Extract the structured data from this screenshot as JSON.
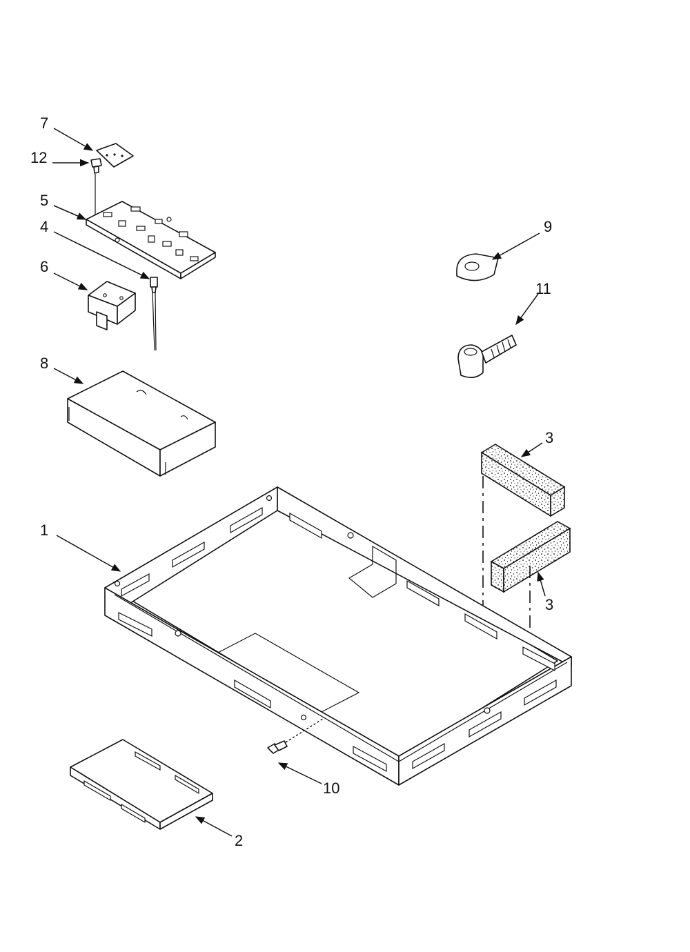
{
  "callouts": {
    "c1": "1",
    "c2": "2",
    "c3a": "3",
    "c3b": "3",
    "c4": "4",
    "c5": "5",
    "c6": "6",
    "c7": "7",
    "c8": "8",
    "c9": "9",
    "c10": "10",
    "c11": "11",
    "c12": "12"
  },
  "colors": {
    "line": "#111111",
    "background": "#ffffff"
  }
}
